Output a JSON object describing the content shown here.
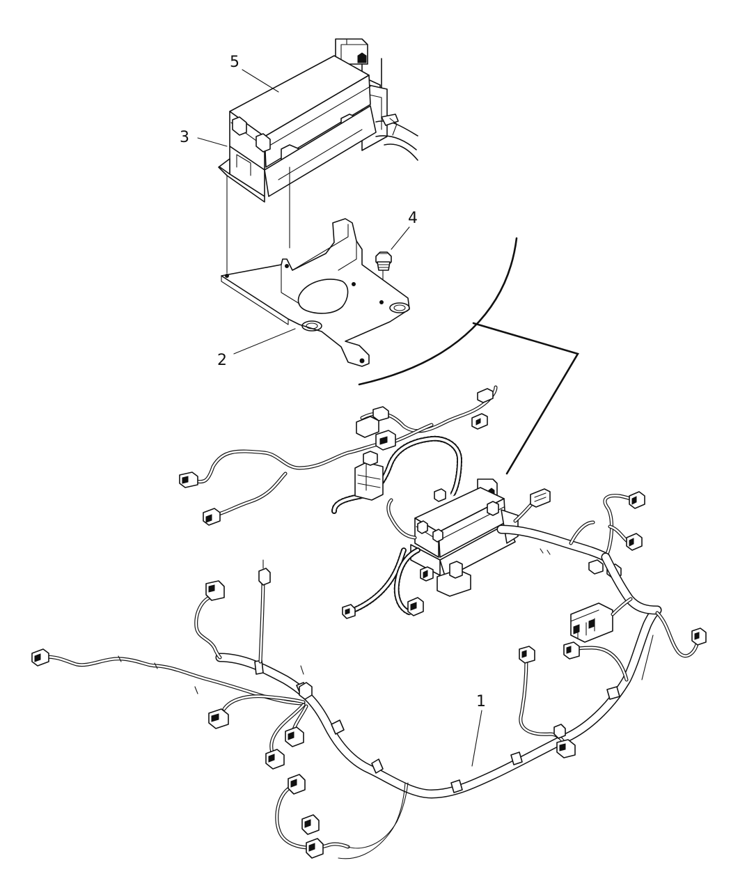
{
  "callouts": [
    {
      "id": "5",
      "label": "5"
    },
    {
      "id": "3",
      "label": "3"
    },
    {
      "id": "4",
      "label": "4"
    },
    {
      "id": "2",
      "label": "2"
    },
    {
      "id": "1",
      "label": "1"
    }
  ],
  "colors": {
    "line": "#111111",
    "background": "#ffffff"
  }
}
